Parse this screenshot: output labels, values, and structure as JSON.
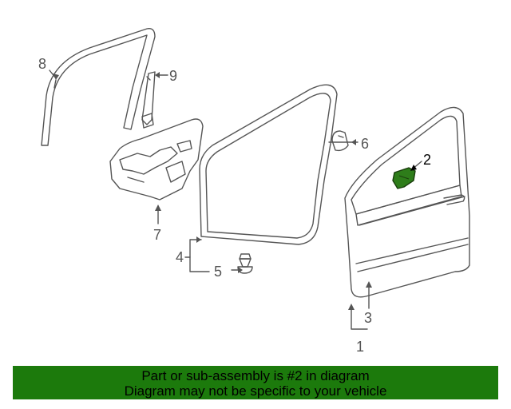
{
  "callouts": {
    "c1": "1",
    "c2": "2",
    "c3": "3",
    "c4": "4",
    "c5": "5",
    "c6": "6",
    "c7": "7",
    "c8": "8",
    "c9": "9"
  },
  "highlight": {
    "part": "2",
    "color": "#2e7d1a"
  },
  "banner": {
    "line1": "Part or sub-assembly is #2 in diagram",
    "line2": "Diagram may not be specific to your vehicle",
    "color": "#1c7a0c"
  }
}
